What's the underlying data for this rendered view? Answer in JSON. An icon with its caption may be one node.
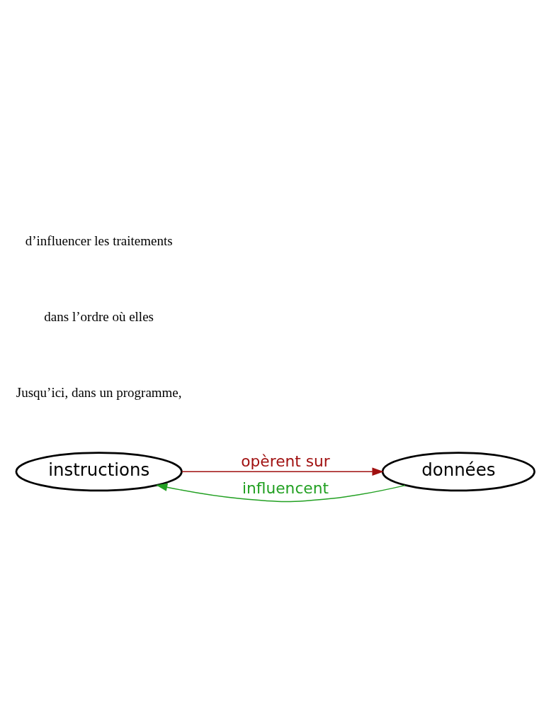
{
  "diagram": {
    "nodes": [
      {
        "text": [
          "instructions"
        ]
      },
      {
        "text": [
          "données"
        ]
      }
    ],
    "edges": [
      {
        "from": 0,
        "to": 1,
        "arrow": "to",
        "label": "opèrent sur",
        "color": "#a01010"
      },
      {
        "from": 1,
        "to": 0,
        "arrow": "to",
        "label": "influencent",
        "color": "#22a022"
      }
    ],
    "labels": [
      "Jusqu’ici, dans un programme,",
      "dans l’ordre où elles",
      "d’influencer les traitements"
    ]
  }
}
